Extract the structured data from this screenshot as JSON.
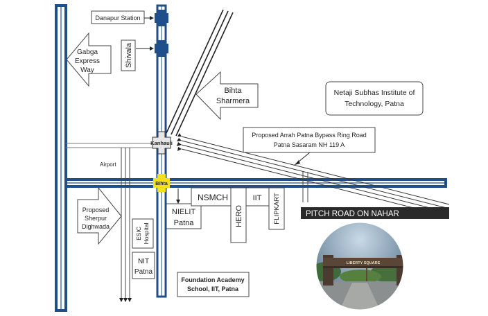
{
  "labels": {
    "danapur_station": "Danapur Station",
    "shivala": "Shivala",
    "gabga_line1": "Gabga",
    "gabga_line2": "Express",
    "gabga_line3": "Way",
    "bihta_sharmera_line1": "Bihta",
    "bihta_sharmera_line2": "Sharmera",
    "netaji_line1": "Netaji Subhas Institute of",
    "netaji_line2": "Technology, Patna",
    "ring_road_line1": "Proposed Arrah Patna Bypass Ring Road",
    "ring_road_line2": "Patna Sasaram NH 119 A",
    "kanhauli": "Kanhauli",
    "airport": "Airport",
    "bihta": "Bihta",
    "nsmch": "NSMCH",
    "iit": "IIT",
    "hero": "HERO",
    "flipkart": "FLIPKART",
    "nielit_line1": "NIELIT",
    "nielit_line2": "Patna",
    "sherpur_line1": "Proposed",
    "sherpur_line2": "Sherpur",
    "sherpur_line3": "Dighwada",
    "esic_line1": "ESIC",
    "esic_line2": "Hospital",
    "nit_line1": "NIT",
    "nit_line2": "Patna",
    "foundation_line1": "Foundation Academy",
    "foundation_line2": "School, IIT, Patna",
    "pitch_road": "PITCH ROAD ON NAHAR",
    "liberty_square": "LIBERTY SQUARE"
  },
  "colors": {
    "road": "#1f4f8a",
    "bihta_marker": "#f5e11a",
    "junction_fill": "#e6e6e6",
    "banner": "#2a2a2a"
  }
}
